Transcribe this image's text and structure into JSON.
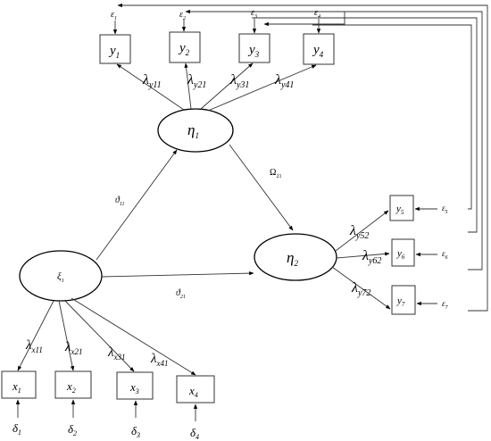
{
  "nodes": {
    "eta1": {
      "sym": "η",
      "sub": "1"
    },
    "eta2": {
      "sym": "η",
      "sub": "2"
    },
    "xi1": {
      "sym": "ξ",
      "sub": "1"
    },
    "y_top": [
      {
        "sym": "y",
        "sub": "1"
      },
      {
        "sym": "y",
        "sub": "2"
      },
      {
        "sym": "y",
        "sub": "3"
      },
      {
        "sym": "y",
        "sub": "4"
      }
    ],
    "y_right": [
      {
        "sym": "y",
        "sub": "5"
      },
      {
        "sym": "y",
        "sub": "6"
      },
      {
        "sym": "y",
        "sub": "7"
      }
    ],
    "x": [
      {
        "sym": "x",
        "sub": "1"
      },
      {
        "sym": "x",
        "sub": "2"
      },
      {
        "sym": "x",
        "sub": "3"
      },
      {
        "sym": "x",
        "sub": "4"
      }
    ]
  },
  "errors": {
    "eps_top": [
      {
        "sym": "ε",
        "sub": "1"
      },
      {
        "sym": "ε",
        "sub": "2"
      },
      {
        "sym": "ε",
        "sub": "3"
      },
      {
        "sym": "ε",
        "sub": "4"
      }
    ],
    "eps_right": [
      {
        "sym": "ε",
        "sub": "5"
      },
      {
        "sym": "ε",
        "sub": "6"
      },
      {
        "sym": "ε",
        "sub": "7"
      }
    ],
    "delta": [
      {
        "sym": "δ",
        "sub": "1"
      },
      {
        "sym": "δ",
        "sub": "2"
      },
      {
        "sym": "δ",
        "sub": "3"
      },
      {
        "sym": "δ",
        "sub": "4"
      }
    ]
  },
  "loadings": {
    "lambda_y_top": [
      {
        "sym": "λ",
        "sub": "y11"
      },
      {
        "sym": "λ",
        "sub": "y21"
      },
      {
        "sym": "λ",
        "sub": "y31"
      },
      {
        "sym": "λ",
        "sub": "y41"
      }
    ],
    "lambda_y_right": [
      {
        "sym": "λ",
        "sub": "y52"
      },
      {
        "sym": "λ",
        "sub": "y62"
      },
      {
        "sym": "λ",
        "sub": "y72"
      }
    ],
    "lambda_x": [
      {
        "sym": "λ",
        "sub": "x11"
      },
      {
        "sym": "λ",
        "sub": "x21"
      },
      {
        "sym": "λ",
        "sub": "x31"
      },
      {
        "sym": "λ",
        "sub": "x41"
      }
    ]
  },
  "paths": {
    "gamma11": {
      "sym": "ϑ",
      "sub": "11"
    },
    "gamma21": {
      "sym": "ϑ",
      "sub": "21"
    },
    "omega21": {
      "sym": "Ω",
      "sub": "21"
    }
  }
}
